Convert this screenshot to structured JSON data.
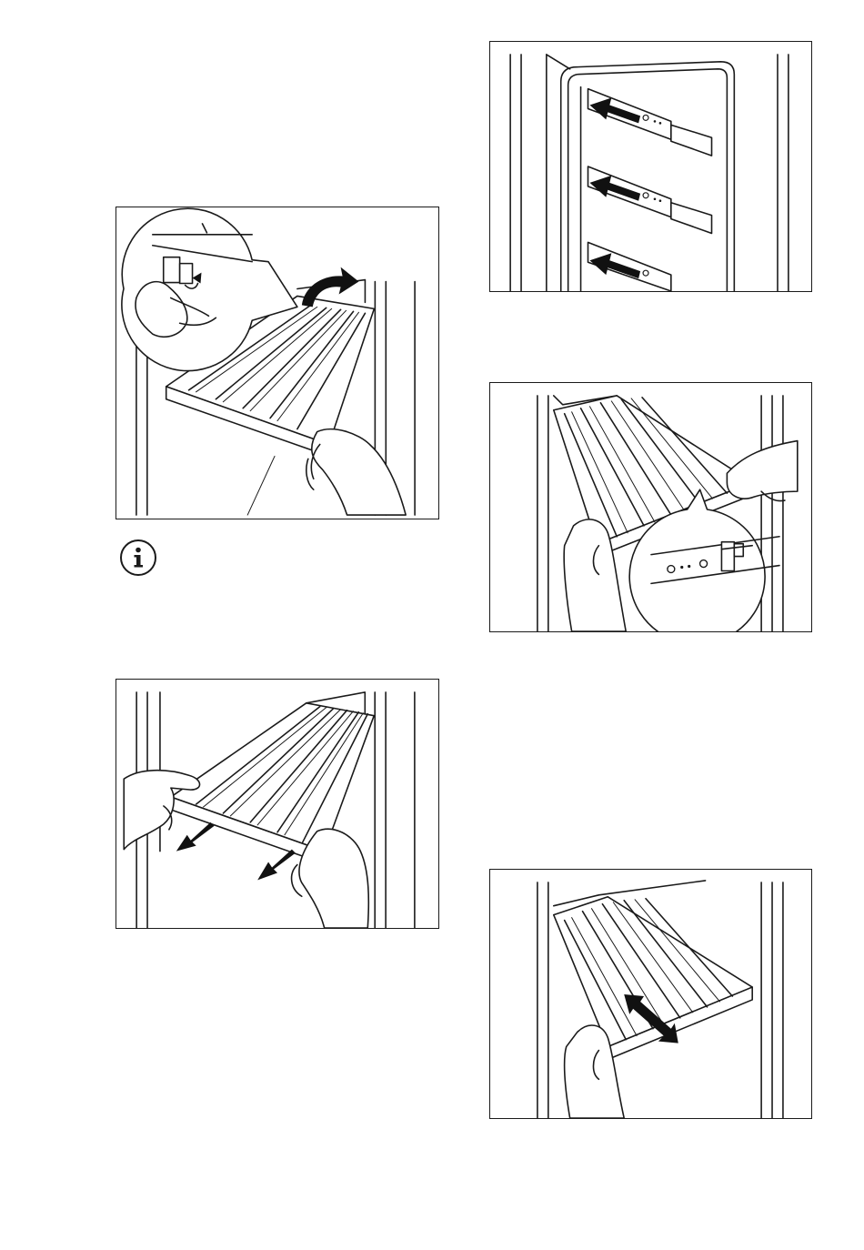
{
  "figures": [
    {
      "id": "shelf-release",
      "icons": [
        "clip-release-magnifier-icon",
        "curved-lift-arrow-icon"
      ]
    },
    {
      "id": "shelf-pull-out",
      "icons": [
        "pull-arrow-left-icon",
        "pull-arrow-right-icon"
      ]
    },
    {
      "id": "rail-insert",
      "icons": [
        "rail-arrow-icon"
      ]
    },
    {
      "id": "shelf-fix",
      "icons": [
        "clip-fix-magnifier-icon"
      ]
    },
    {
      "id": "shelf-adjust",
      "icons": [
        "double-arrow-icon"
      ]
    }
  ],
  "info": {
    "icon": "info-icon",
    "glyph": "i"
  },
  "colors": {
    "ink": "#1a1a1a",
    "paper": "#ffffff"
  }
}
